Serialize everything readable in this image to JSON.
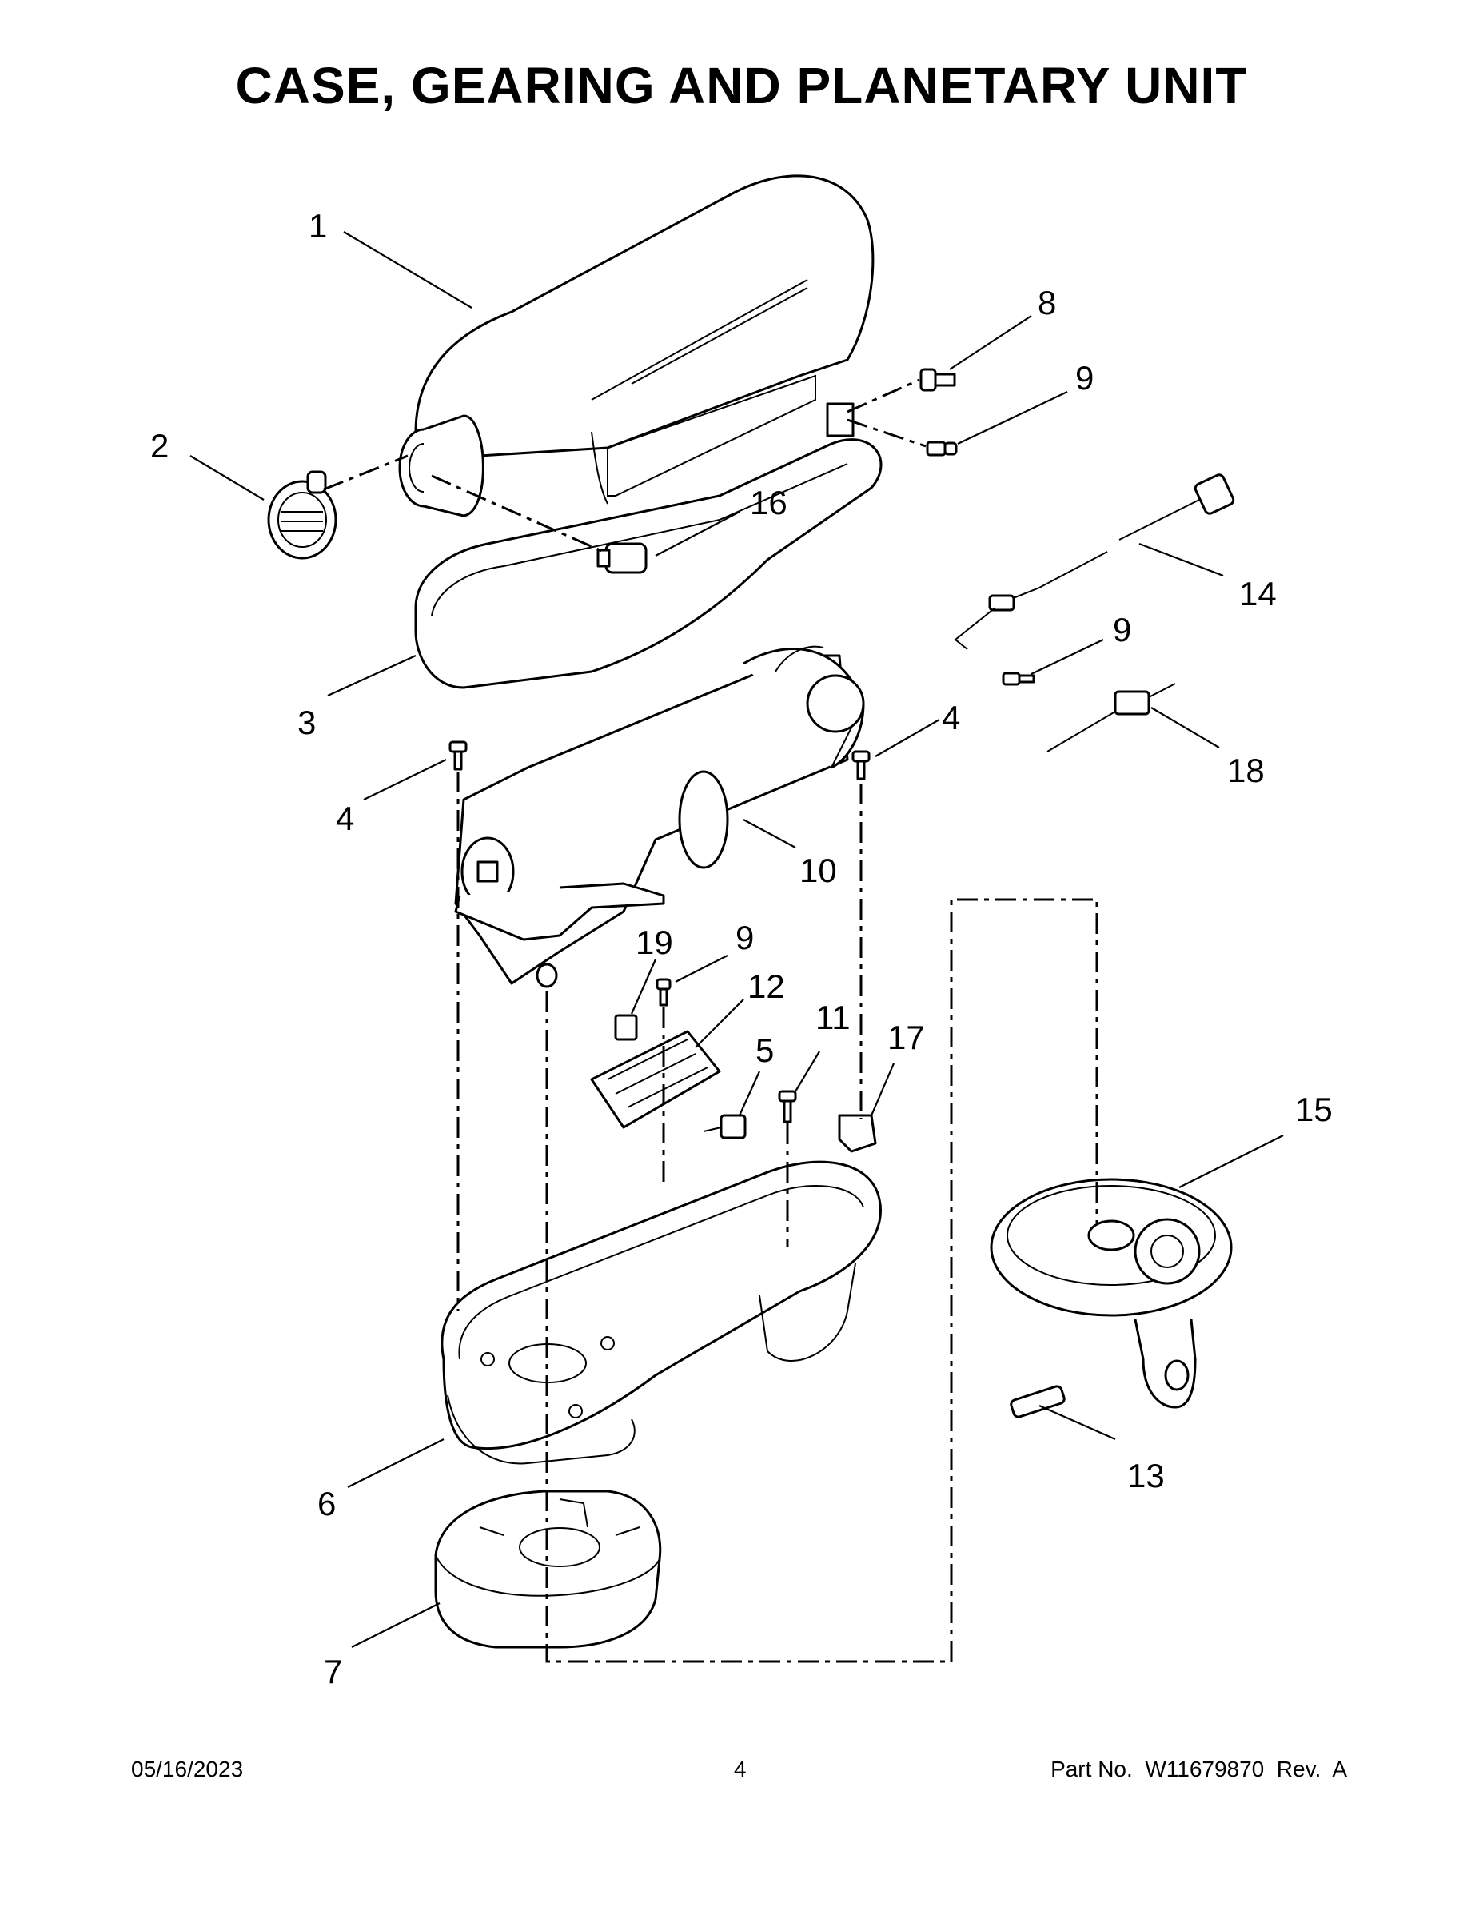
{
  "title": "CASE, GEARING AND PLANETARY UNIT",
  "callouts": {
    "c1": "1",
    "c2": "2",
    "c3": "3",
    "c4a": "4",
    "c4b": "4",
    "c5": "5",
    "c6": "6",
    "c7": "7",
    "c8": "8",
    "c9a": "9",
    "c9b": "9",
    "c9c": "9",
    "c10": "10",
    "c11": "11",
    "c12": "12",
    "c13": "13",
    "c14": "14",
    "c15": "15",
    "c16": "16",
    "c17": "17",
    "c18": "18",
    "c19": "19"
  },
  "footer": {
    "date": "05/16/2023",
    "page": "4",
    "part": "Part No.  W11679870  Rev.  A"
  }
}
